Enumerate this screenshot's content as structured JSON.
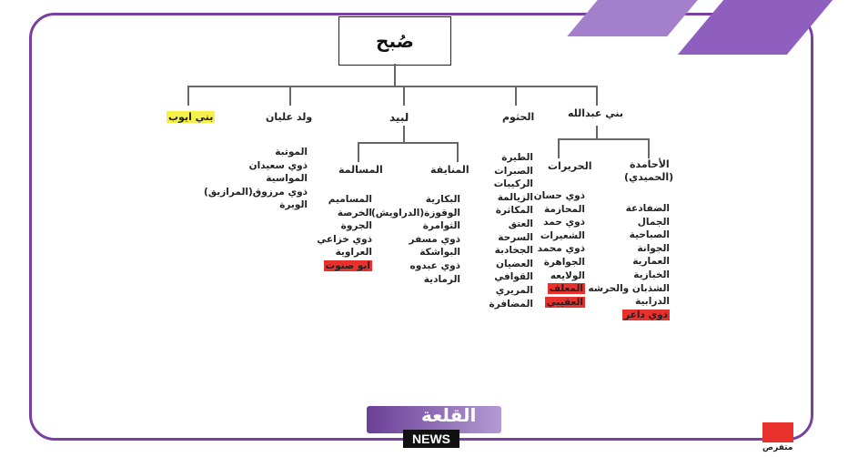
{
  "root": {
    "label": "صُبح"
  },
  "branches": {
    "bani_ayyub": {
      "label": "بني ايوب"
    },
    "wald_ilyan": {
      "label": "ولد عليان",
      "children": [
        "الموثبة",
        "ذوي سعيدان",
        "المواسية",
        "ذوي مرزوق(المرازيق)",
        "الوبرة"
      ]
    },
    "labid": {
      "label": "لبيد",
      "musalama": {
        "label": "المسالمة",
        "children": [
          "المساميم",
          "الخرصة",
          "الجروة",
          "ذوي خزاعي",
          "العراوية",
          "ابو صنوت"
        ]
      },
      "manayifa": {
        "label": "المنايفة",
        "children": [
          "البكارية",
          "الوقوزة(الدراويش)",
          "الثوامرة",
          "ذوي مسفر",
          "البواشكة",
          "ذوي عبدوه",
          "الرمادية"
        ]
      }
    },
    "huthum": {
      "label": "الحثوم",
      "children": [
        "الطيرة",
        "الصبرات",
        "الركيبات",
        "الزيالمة",
        "المكاثرة",
        "العتق",
        "السرحة",
        "الجخادبة",
        "العضيان",
        "القوافي",
        "المريري",
        "المضافرة"
      ]
    },
    "bani_abdullah": {
      "label": "بني عبدالله",
      "hariyat": {
        "label": "الحريرات",
        "children": [
          "ذوي حسان",
          "المحازمة",
          "ذوي حمد",
          "الشعيرات",
          "ذوي محمد",
          "الجواهرة",
          "الولايعه",
          "المعلف",
          "العقيبي"
        ]
      },
      "ahamida": {
        "label": "الأحامدة",
        "sublabel": "(الحميدي)",
        "children": [
          "الضفادعة",
          "الجمال",
          "الصباحية",
          "الجوانة",
          "العمارية",
          "الخبازية",
          "الشذبان والحرشه",
          "الدرابية",
          "ذوي داعر"
        ]
      }
    }
  },
  "highlights": {
    "yellow": "#f5f04a",
    "red": "#e8302c",
    "frame": "#7a3fa0"
  },
  "logo": {
    "arabic": "القلعة",
    "news": "NEWS"
  },
  "corner_logo": {
    "text": "متفرص"
  }
}
